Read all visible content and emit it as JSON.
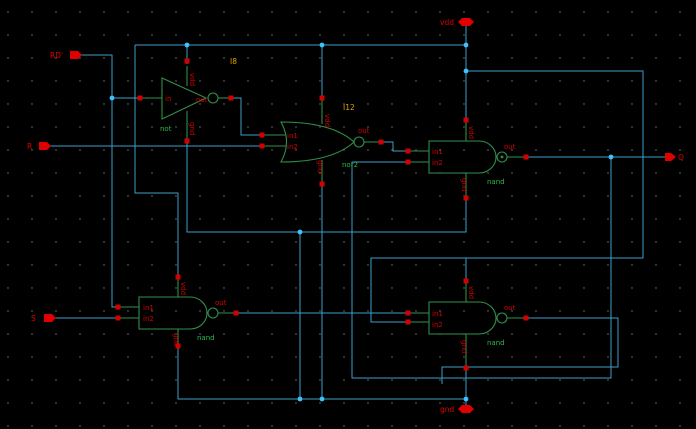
{
  "colors": {
    "background": "#000000",
    "wire": "#3aa0c8",
    "gate": "#2f8f4a",
    "pin": "#d40000",
    "junction": "#3ec1ff",
    "instance_label": "#d6a400"
  },
  "ports": {
    "rd": "RD'",
    "r": "R",
    "s": "S",
    "vdd": "vdd",
    "gnd": "gnd",
    "q": "Q"
  },
  "gates": {
    "not": {
      "cell": "not",
      "instance": "I8",
      "in": "in",
      "out": "out",
      "vdd": "vdd",
      "gnd": "gnd"
    },
    "nor": {
      "cell": "nor2",
      "instance": "I12",
      "in1": "in1",
      "in2": "in2",
      "out": "out",
      "vdd": "vdd",
      "gnd": "gnd"
    },
    "nand_top": {
      "cell": "nand",
      "in1": "in1",
      "in2": "in2",
      "out": "out",
      "vdd": "vdd",
      "gnd": "gnd"
    },
    "nand_left": {
      "cell": "nand",
      "in1": "in1",
      "in2": "in2",
      "out": "out",
      "vdd": "vdd",
      "gnd": "gnd"
    },
    "nand_right": {
      "cell": "nand",
      "in1": "in1",
      "in2": "in2",
      "out": "out",
      "vdd": "vdd",
      "gnd": "gnd"
    }
  }
}
